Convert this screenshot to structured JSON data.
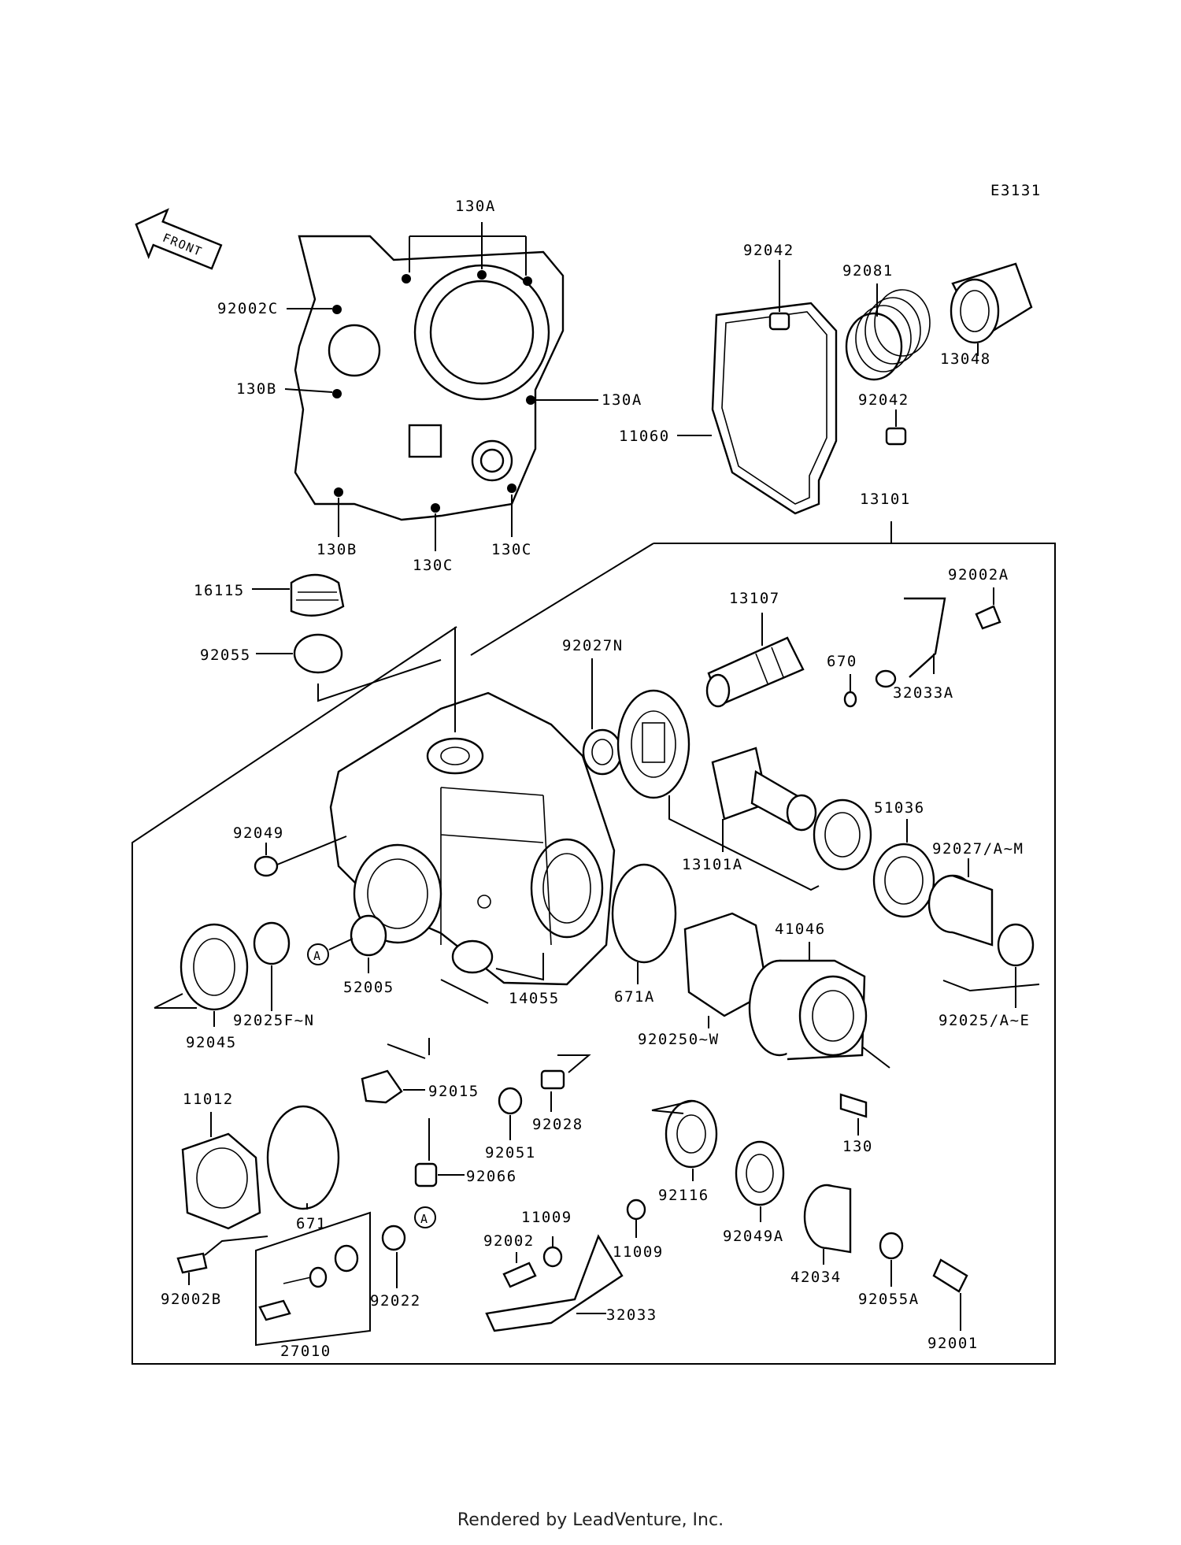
{
  "diagram_code": "E3131",
  "front_label": "FRONT",
  "footer": "Rendered by LeadVenture, Inc.",
  "ref_marker": "A",
  "part_numbers": [
    "130A",
    "130A",
    "92002C",
    "130B",
    "130B",
    "130C",
    "130C",
    "92042",
    "92081",
    "13048",
    "92042",
    "11060",
    "13101",
    "16115",
    "92055",
    "92027N",
    "13107",
    "92002A",
    "670",
    "32033A",
    "92049",
    "13101A",
    "51036",
    "92027/A~M",
    "52005",
    "92025F~N",
    "92045",
    "14055",
    "671A",
    "41046",
    "920250~W",
    "92025/A~E",
    "11012",
    "92015",
    "92051",
    "92028",
    "130",
    "671",
    "92066",
    "92116",
    "92049A",
    "11009",
    "92002",
    "11009",
    "42034",
    "92055A",
    "92002B",
    "92022",
    "32033",
    "92001",
    "27010"
  ]
}
